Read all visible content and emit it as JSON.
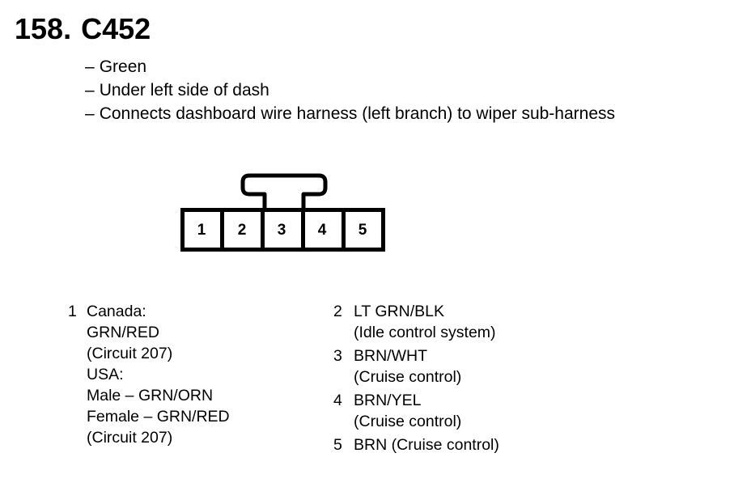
{
  "header": {
    "number": "158.",
    "connector": "C452"
  },
  "info": {
    "lines": [
      "Green",
      "Under left side of dash",
      "Connects dashboard wire harness (left branch) to wiper sub-harness"
    ],
    "bullet": "–"
  },
  "connector": {
    "pins": [
      "1",
      "2",
      "3",
      "4",
      "5"
    ]
  },
  "pinouts": {
    "left": [
      {
        "pin": "1",
        "lines": [
          "Canada:",
          "GRN/RED",
          "(Circuit 207)",
          "USA:",
          "Male – GRN/ORN",
          "Female – GRN/RED",
          "(Circuit 207)"
        ]
      }
    ],
    "right": [
      {
        "pin": "2",
        "lines": [
          "LT GRN/BLK",
          "(Idle control system)"
        ]
      },
      {
        "pin": "3",
        "lines": [
          "BRN/WHT",
          "(Cruise control)"
        ]
      },
      {
        "pin": "4",
        "lines": [
          "BRN/YEL",
          "(Cruise control)"
        ]
      },
      {
        "pin": "5",
        "lines": [
          "BRN (Cruise control)"
        ]
      }
    ]
  }
}
